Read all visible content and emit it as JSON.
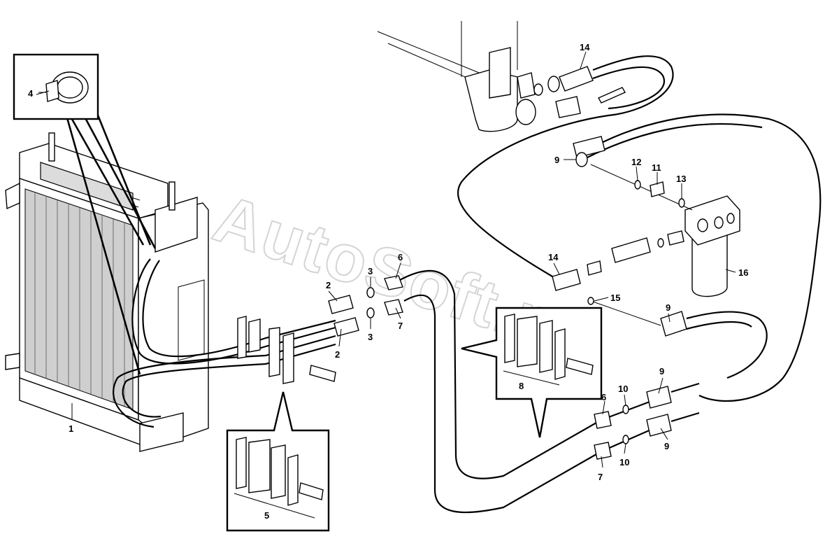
{
  "watermark": "AutoSoft.ru",
  "callouts": [
    {
      "id": "c1",
      "text": "1"
    },
    {
      "id": "c2a",
      "text": "2"
    },
    {
      "id": "c2b",
      "text": "2"
    },
    {
      "id": "c3a",
      "text": "3"
    },
    {
      "id": "c3b",
      "text": "3"
    },
    {
      "id": "c4",
      "text": "4"
    },
    {
      "id": "c5",
      "text": "5"
    },
    {
      "id": "c6a",
      "text": "6"
    },
    {
      "id": "c6b",
      "text": "6"
    },
    {
      "id": "c7a",
      "text": "7"
    },
    {
      "id": "c7b",
      "text": "7"
    },
    {
      "id": "c8",
      "text": "8"
    },
    {
      "id": "c9a",
      "text": "9"
    },
    {
      "id": "c9b",
      "text": "9"
    },
    {
      "id": "c9c",
      "text": "9"
    },
    {
      "id": "c9d",
      "text": "9"
    },
    {
      "id": "c10a",
      "text": "10"
    },
    {
      "id": "c10b",
      "text": "10"
    },
    {
      "id": "c11",
      "text": "11"
    },
    {
      "id": "c12",
      "text": "12"
    },
    {
      "id": "c13",
      "text": "13"
    },
    {
      "id": "c14a",
      "text": "14"
    },
    {
      "id": "c14b",
      "text": "14"
    },
    {
      "id": "c15",
      "text": "15"
    },
    {
      "id": "c16",
      "text": "16"
    }
  ]
}
